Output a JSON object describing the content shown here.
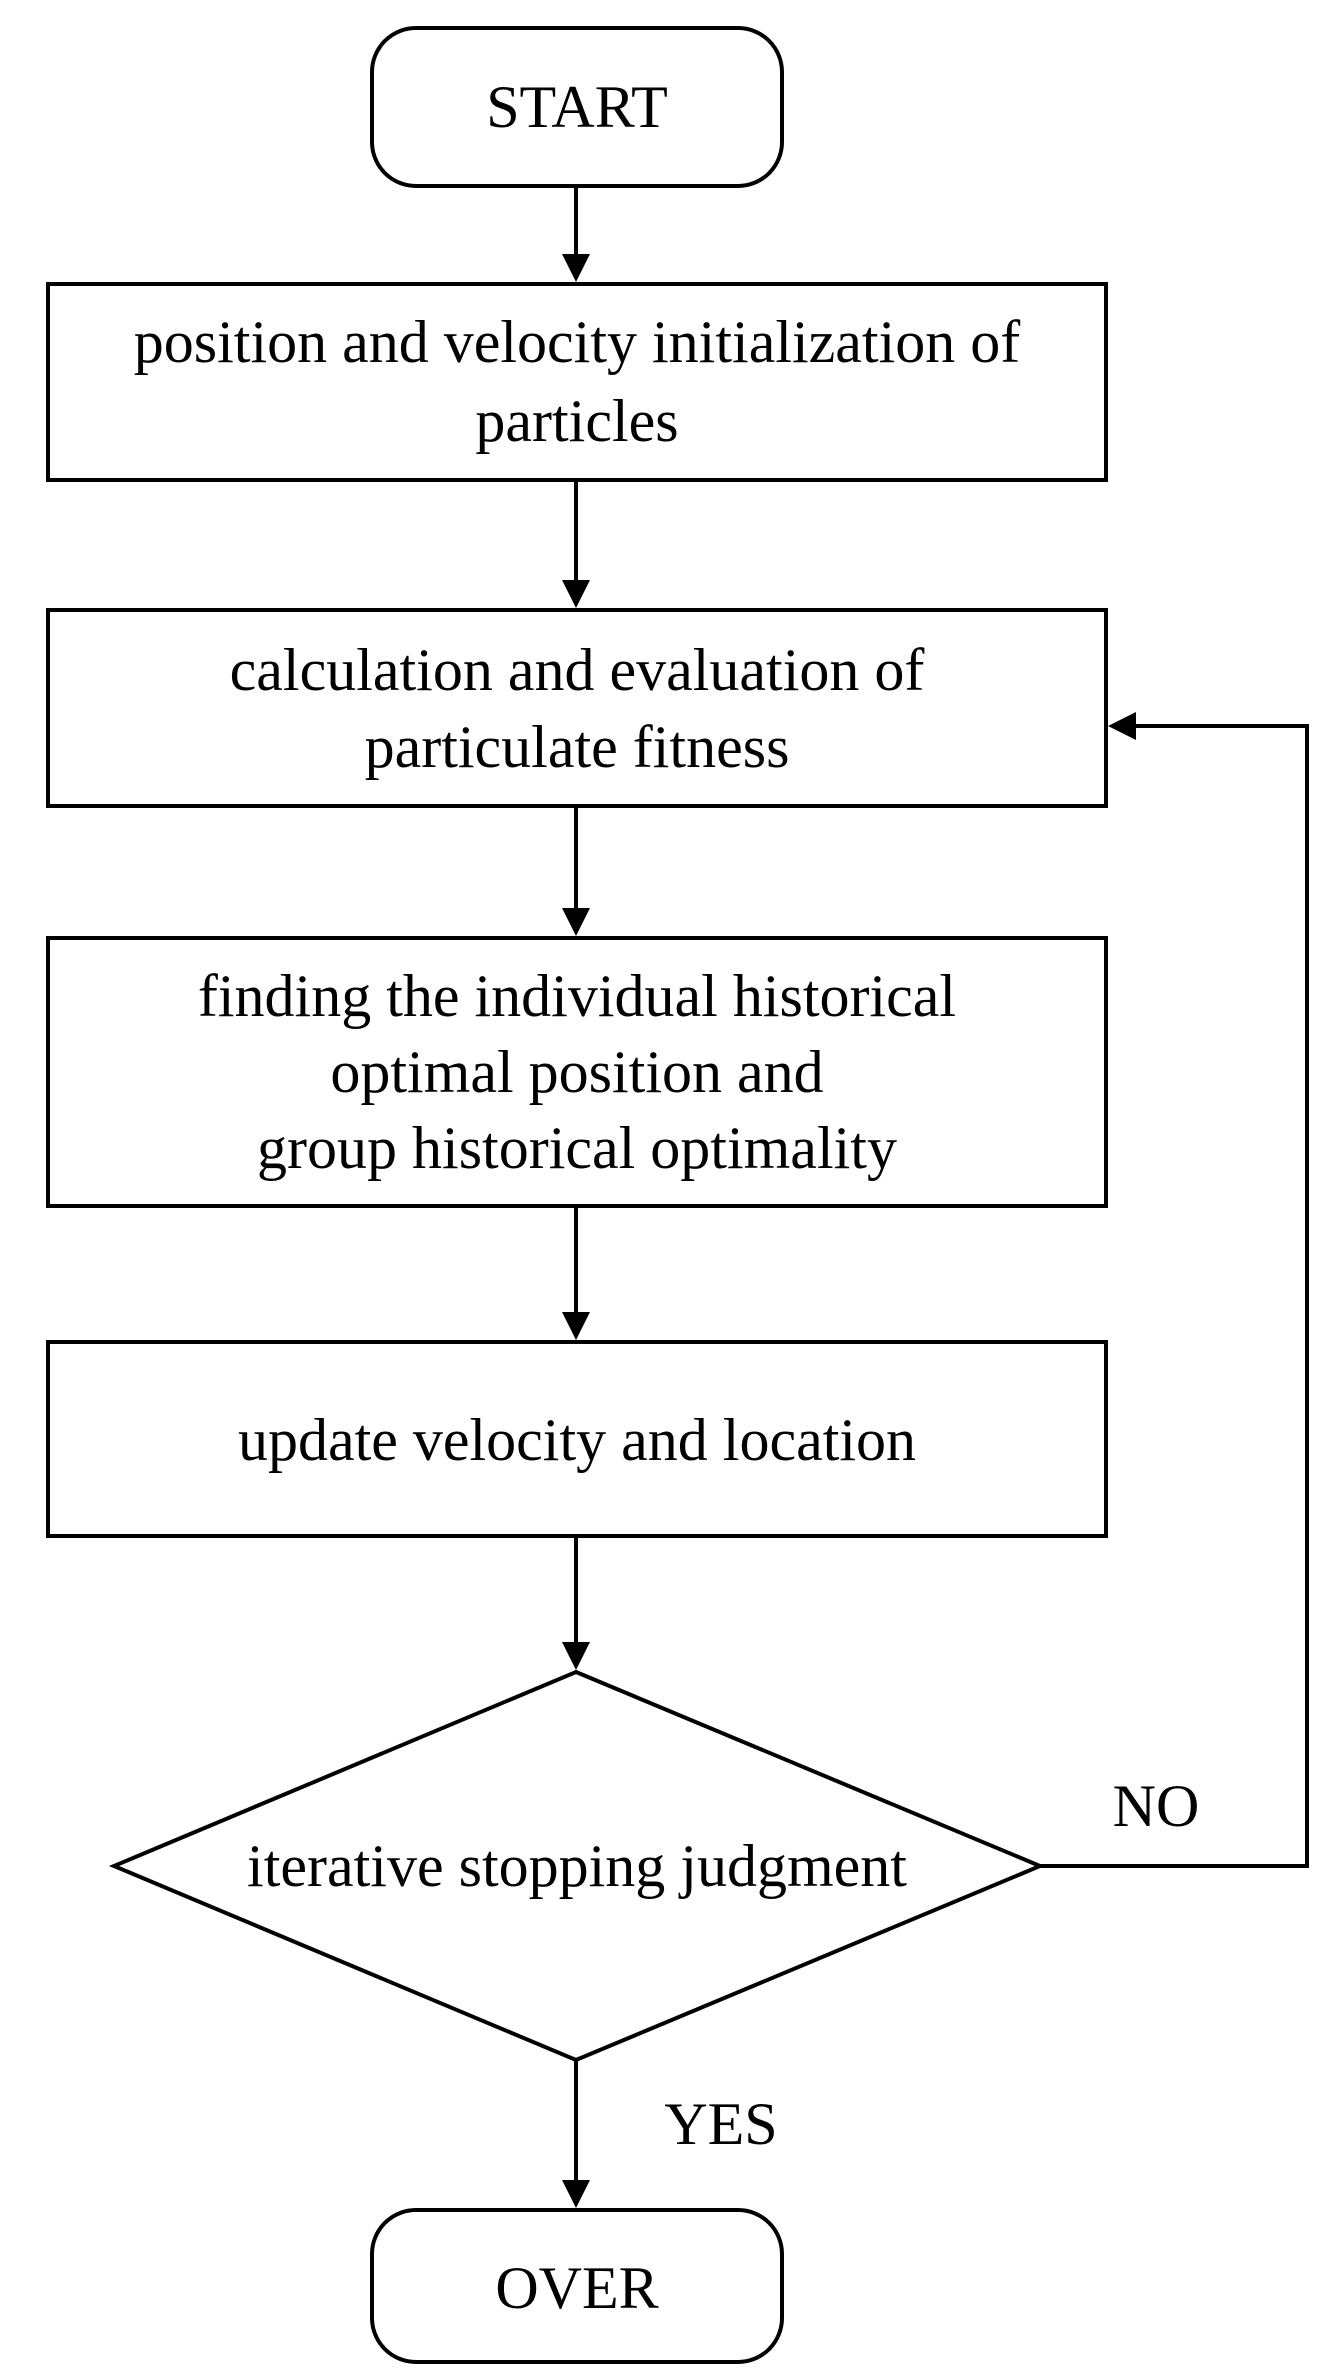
{
  "flowchart": {
    "start": {
      "label": "START"
    },
    "init": {
      "lines": [
        "position and velocity initialization of",
        "particles"
      ]
    },
    "fitness": {
      "lines": [
        "calculation and evaluation of",
        "particulate fitness"
      ]
    },
    "optimal": {
      "lines": [
        "finding the individual historical",
        "optimal position and",
        "group historical optimality"
      ]
    },
    "update": {
      "lines": [
        "update velocity and location"
      ]
    },
    "decision": {
      "label": "iterative stopping judgment"
    },
    "end": {
      "label": "OVER"
    },
    "edge_labels": {
      "no": "NO",
      "yes": "YES"
    }
  }
}
